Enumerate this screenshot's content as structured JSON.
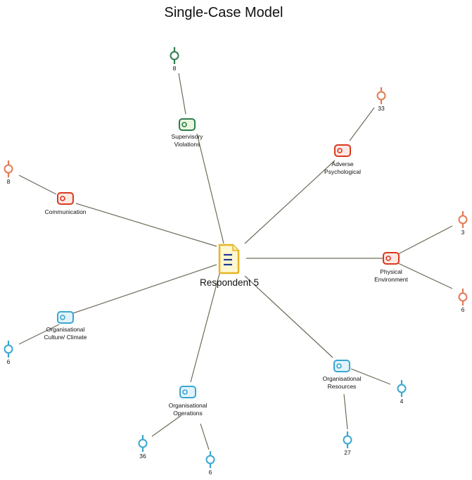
{
  "title": "Single-Case Model",
  "center": {
    "label": "Respondent 5",
    "icon": "document-icon"
  },
  "colors": {
    "red": "#d9391e",
    "red_fill": "#fde8e4",
    "orange": "#e27a55",
    "green": "#2e7d4f",
    "green_fill": "#e9f6dd",
    "blue": "#3aa7d1",
    "blue_fill": "#e2f3fb",
    "doc_border": "#e5b627",
    "doc_fill": "#fff7d0",
    "doc_lines": "#1f3a93",
    "edge": "#6f6a58"
  },
  "nodes": [
    {
      "id": "supervisory",
      "lines": [
        "Supervisory",
        "Violations"
      ],
      "color": "green",
      "counts": [
        "8"
      ]
    },
    {
      "id": "adverse",
      "lines": [
        "Adverse",
        "Psychological"
      ],
      "color": "red",
      "counts": [
        "33"
      ]
    },
    {
      "id": "communication",
      "lines": [
        "Communication"
      ],
      "color": "red",
      "counts": [
        "8"
      ]
    },
    {
      "id": "physical",
      "lines": [
        "Physical",
        "Environment"
      ],
      "color": "red",
      "counts": [
        "3",
        "6"
      ]
    },
    {
      "id": "culture",
      "lines": [
        "Organisational",
        "Culture/ Climate"
      ],
      "color": "blue",
      "counts": [
        "6"
      ]
    },
    {
      "id": "resources",
      "lines": [
        "Organisational",
        "Resources"
      ],
      "color": "blue",
      "counts": [
        "4",
        "27"
      ]
    },
    {
      "id": "operations",
      "lines": [
        "Organisational",
        "Operations"
      ],
      "color": "blue",
      "counts": [
        "36",
        "6"
      ]
    }
  ]
}
